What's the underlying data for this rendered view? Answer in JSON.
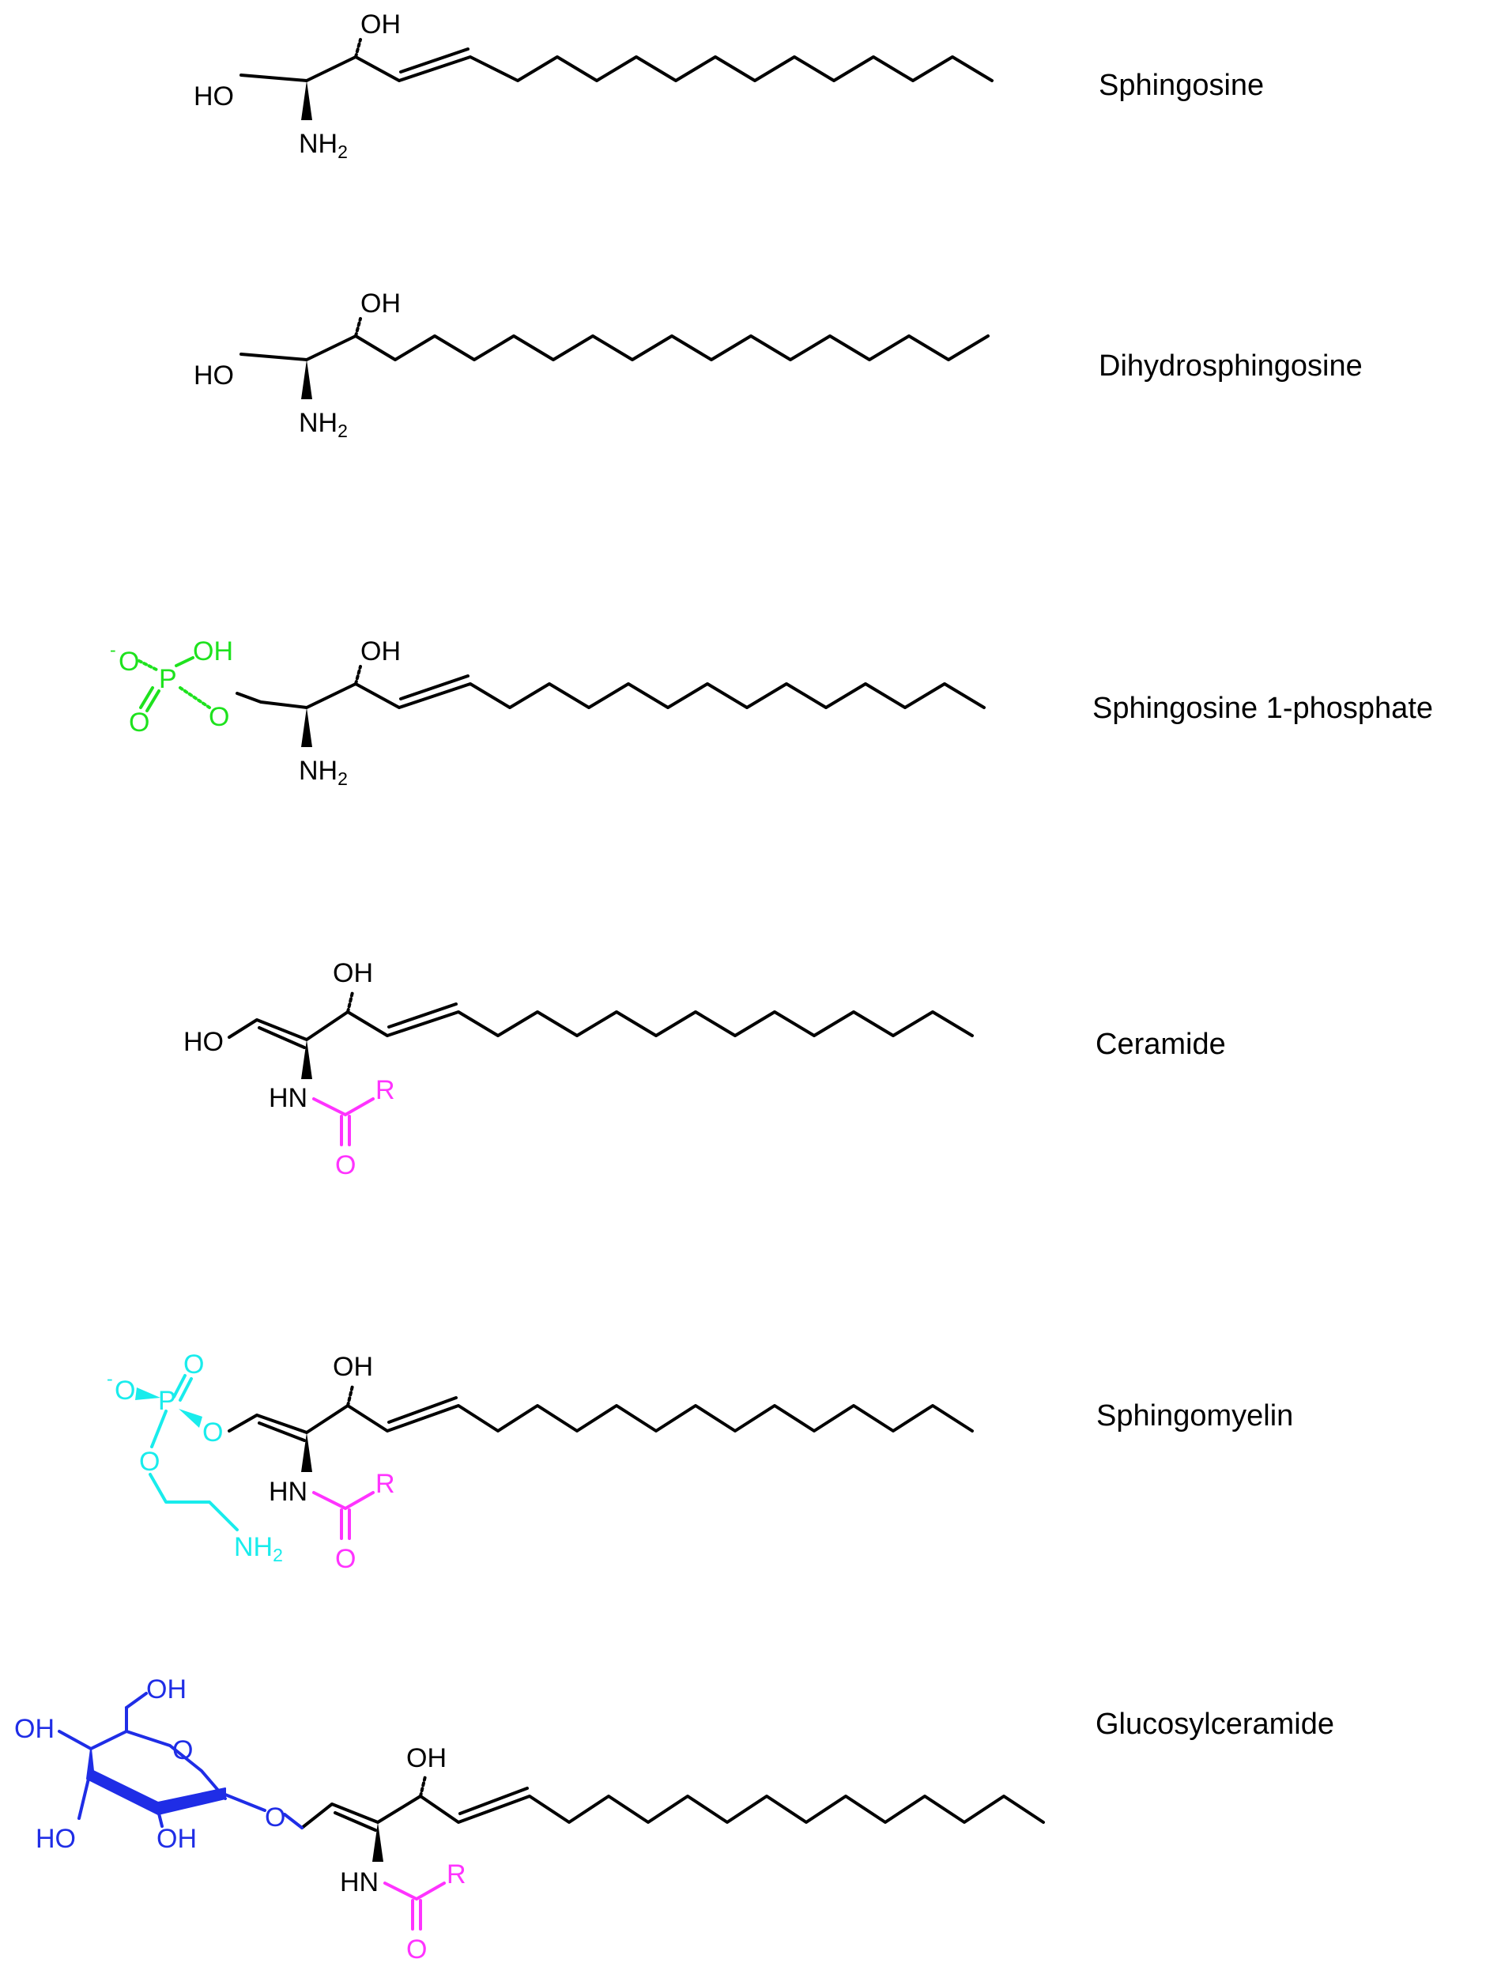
{
  "colors": {
    "bond": "#000000",
    "phosphate_s1p": "#1ee21e",
    "acyl": "#ff33ff",
    "phosphocholine": "#19ecec",
    "glucose": "#1f2de6"
  },
  "structures": [
    {
      "name": "Sphingosine",
      "groups": {
        "oh": "OH",
        "ho": "HO",
        "amine": "NH",
        "amine_sub": "2"
      }
    },
    {
      "name": "Dihydrosphingosine",
      "groups": {
        "oh": "OH",
        "ho": "HO",
        "amine": "NH",
        "amine_sub": "2"
      }
    },
    {
      "name": "Sphingosine 1-phosphate",
      "groups": {
        "oh": "OH",
        "amine": "NH",
        "amine_sub": "2",
        "p_oh": "OH",
        "p": "P",
        "p_o": "O",
        "p_charge": "-",
        "p_ester_o": "O",
        "p_oxo": "O"
      }
    },
    {
      "name": "Ceramide",
      "groups": {
        "oh": "OH",
        "ho": "HO",
        "hn": "HN",
        "r": "R",
        "acyl_o": "O"
      }
    },
    {
      "name": "Sphingomyelin",
      "groups": {
        "oh": "OH",
        "hn": "HN",
        "r": "R",
        "acyl_o": "O",
        "p": "P",
        "p_oxo": "O",
        "p_o": "O",
        "p_charge": "-",
        "p_ester_o": "O",
        "p_link_o": "O",
        "amine": "NH",
        "amine_sub": "2"
      }
    },
    {
      "name": "Glucosylceramide",
      "groups": {
        "oh": "OH",
        "hn": "HN",
        "r": "R",
        "acyl_o": "O",
        "glc_oh6": "OH",
        "glc_oh4": "OH",
        "glc_ring_o": "O",
        "glc_ho3": "HO",
        "glc_oh2": "OH",
        "glc_link_o": "O"
      }
    }
  ]
}
